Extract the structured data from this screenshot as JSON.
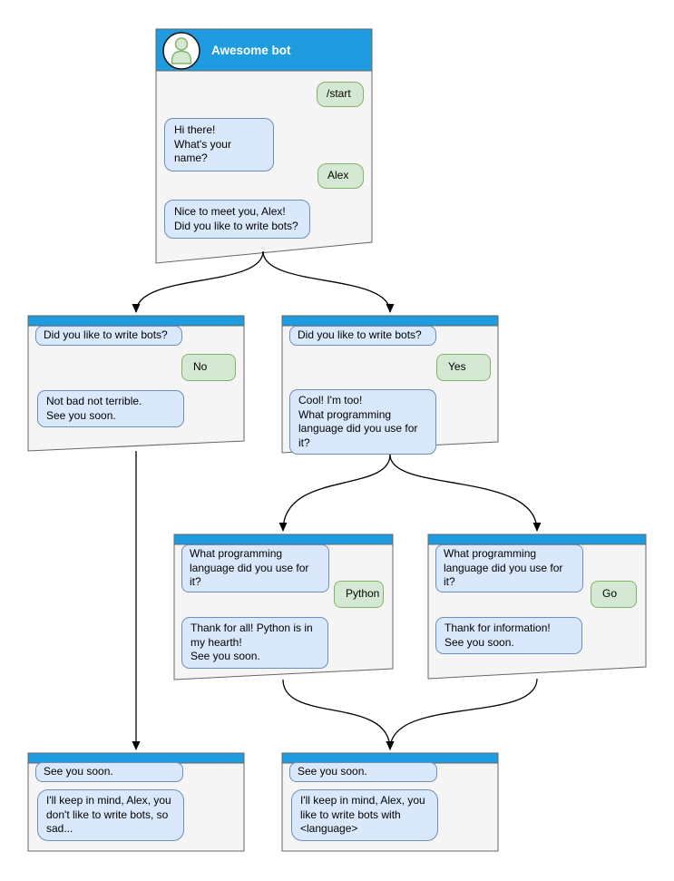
{
  "windows": {
    "main": {
      "title": "Awesome bot",
      "messages": {
        "start": "/start",
        "hi": "Hi there!\nWhat's your name?",
        "alex": "Alex",
        "nice": "Nice to meet you, Alex!\nDid you like to write bots?"
      }
    },
    "branch_no": {
      "question": "Did you like to write bots?",
      "answer": "No",
      "reply": "Not bad not terrible.\nSee you soon."
    },
    "branch_yes": {
      "question": "Did you like to write bots?",
      "answer": "Yes",
      "reply": "Cool! I'm too!\nWhat programming\nlanguage did you use for it?"
    },
    "branch_python": {
      "question": "What programming\nlanguage did you use for it?",
      "answer": "Python",
      "reply": "Thank for all! Python is in\nmy hearth!\nSee you soon."
    },
    "branch_go": {
      "question": "What programming\nlanguage did you use for it?",
      "answer": "Go",
      "reply": "Thank for information!\nSee you soon."
    },
    "end_no": {
      "question": "See you soon.",
      "reply": "I'll keep in mind, Alex, you\ndon't like to write bots, so\nsad..."
    },
    "end_yes": {
      "question": "See you soon.",
      "reply": "I'll keep in mind, Alex, you\nlike to write bots with\n<language>"
    }
  },
  "colors": {
    "header_blue": "#1E9CDF",
    "window_fill": "#F5F5F5",
    "window_border": "#666666",
    "bubble_blue_fill": "#DAE8FC",
    "bubble_blue_border": "#6C8EBF",
    "bubble_green_fill": "#D5E8D4",
    "bubble_green_border": "#82B366",
    "arrow": "#000000"
  }
}
